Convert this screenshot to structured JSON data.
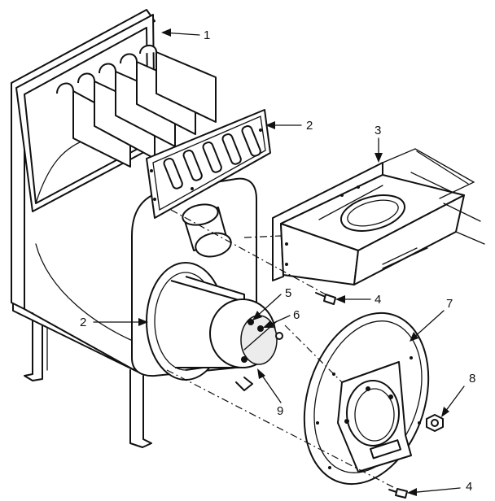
{
  "callouts": [
    {
      "id": "c1",
      "label": "1",
      "part": "heat-exchanger-cabinet"
    },
    {
      "id": "c2a",
      "label": "2",
      "part": "flue-gasket"
    },
    {
      "id": "c3",
      "label": "3",
      "part": "flue-collector-box"
    },
    {
      "id": "c4a",
      "label": "4",
      "part": "screw"
    },
    {
      "id": "c5",
      "label": "5",
      "part": "mounting-stud"
    },
    {
      "id": "c6",
      "label": "6",
      "part": "mounting-stud"
    },
    {
      "id": "c7",
      "label": "7",
      "part": "burner-mounting-plate"
    },
    {
      "id": "c2b",
      "label": "2",
      "part": "burner-gasket"
    },
    {
      "id": "c8",
      "label": "8",
      "part": "nut"
    },
    {
      "id": "c9",
      "label": "9",
      "part": "burner-tube"
    },
    {
      "id": "c4b",
      "label": "4",
      "part": "screw"
    }
  ]
}
